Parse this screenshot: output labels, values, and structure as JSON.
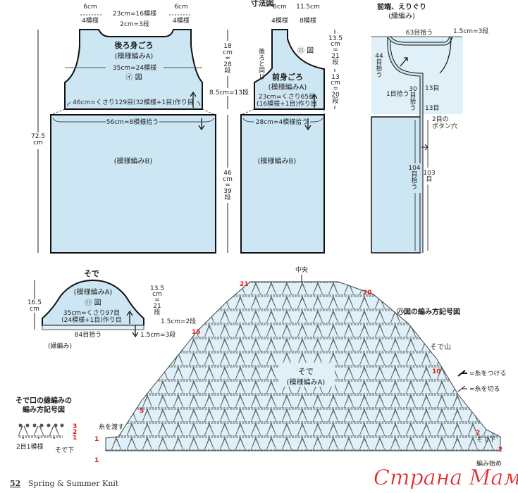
{
  "title": "寸法図",
  "colors": {
    "fabric": "#cde6f3",
    "fabric_light": "#dff0f8",
    "outline": "#111111",
    "row_number": "#e0201a",
    "watermark": "#e0252b"
  },
  "back_yoke": {
    "name": "後ろ身ごろ",
    "pattern": "(模様編みA)",
    "shoulder_left": [
      "6cm",
      "4模様"
    ],
    "neck_width": "23cm=16模様",
    "shoulder_right": [
      "6cm",
      "4模様"
    ],
    "neck_depth": "2cm=3段",
    "chest": "35cm=24模様",
    "chart_ref": "㋑ 図",
    "cast_on": "46cm=くさり129目(32模様+1目)作り目"
  },
  "back_body": {
    "pickup": "56cm=8模様拾う",
    "pattern": "(模様編みB)"
  },
  "dimensions_left": {
    "total": [
      "72.5",
      "cm"
    ]
  },
  "dimensions_middle": {
    "yoke_height": [
      "18",
      "cm",
      "=",
      "28",
      "段"
    ],
    "armhole": "8.5cm=13段",
    "body_height": [
      "46",
      "cm",
      "=",
      "39",
      "段"
    ]
  },
  "front_yoke": {
    "name": "前身ごろ",
    "pattern": "(模様編みA)",
    "shoulder": [
      "6cm",
      "4模様"
    ],
    "neck": [
      "11.5cm",
      "8模様"
    ],
    "same_as_back": "後ろと同じ",
    "chart_ref": "㋺ 図",
    "cast_on": [
      "23cm=くさり65目",
      "(16模様+1目)作り目"
    ],
    "height_upper": [
      "13.5",
      "cm",
      "=",
      "21",
      "段"
    ],
    "height_lower": [
      "13",
      "cm",
      "=",
      "20",
      "段"
    ]
  },
  "front_body": {
    "pickup": "28cm=4模様拾う",
    "pattern": "(模様編みB)"
  },
  "band": {
    "title": "前端、えりぐり",
    "subtitle": "(縁編み)",
    "neck_pickup": "63目拾う",
    "band_width": "1.5cm=3段",
    "neck_side_pickup": [
      "44",
      "目",
      "拾",
      "う"
    ],
    "one_st": "1目拾う",
    "yoke_pickup": [
      "30",
      "目",
      "拾",
      "う"
    ],
    "gap1": "13目",
    "gap2": "13目",
    "buttonhole": [
      "2目の",
      "ボタン穴"
    ],
    "body_pickup": [
      "104",
      "目",
      "拾",
      "う"
    ],
    "body_count": [
      "103",
      "目"
    ]
  },
  "sleeve": {
    "name": "そで",
    "pattern": "(模様編みA)",
    "chart_ref": "㋩ 図",
    "height": [
      "16.5",
      "cm"
    ],
    "cast_on": [
      "35cm=くさり97目",
      "(24模様+1目)作り目"
    ],
    "pickup": "84目拾う",
    "edging": "(縁編み)",
    "cap_height": [
      "13.5",
      "cm",
      "=",
      "21",
      "段"
    ],
    "step": "1.5cm=2段",
    "cuff": "1.5cm=3段"
  },
  "cuff_chart": {
    "title": [
      "そで口の縁編みの",
      "編み方記号図"
    ],
    "repeat": "2目1模様",
    "under": "そで下",
    "rows": [
      "3",
      "2",
      "1"
    ]
  },
  "sleeve_chart": {
    "title": "㋩図の編み方記号図",
    "center": "中央",
    "cap": "そで山",
    "name": "そで",
    "pattern": "(模様編みA)",
    "carry_yarn": "糸を渡す",
    "under": "そで下",
    "start": "編み始め",
    "row_labels": [
      "21",
      "20",
      "15",
      "10",
      "5",
      "2",
      "2",
      "1",
      "1"
    ],
    "legend": [
      {
        "symbol": "join-yarn-icon",
        "label": "=糸をつける"
      },
      {
        "symbol": "cut-yarn-icon",
        "label": "=糸を切る"
      }
    ]
  },
  "footer": {
    "page": "52",
    "magazine": "Spring & Summer Knit"
  },
  "watermark": "Страна Мам . ру"
}
